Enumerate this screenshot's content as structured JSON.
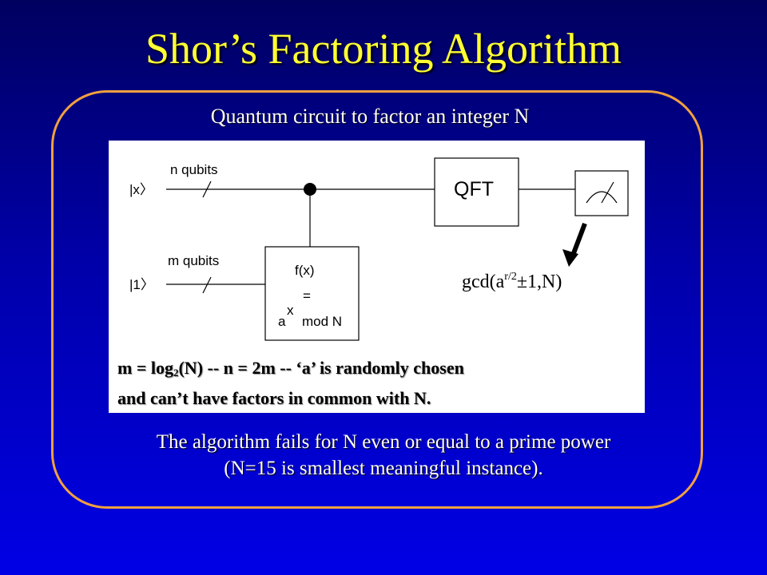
{
  "title": "Shor’s Factoring Algorithm",
  "caption": "Quantum circuit to factor an integer N",
  "circuit": {
    "input_x": "|x〉",
    "input_1": "|1〉",
    "n_qubits": "n qubits",
    "m_qubits": "m qubits",
    "qft": "QFT",
    "fx": "f(x)",
    "equals": "=",
    "a": "a",
    "x_exp": "x",
    "mod_n": "mod N",
    "gcd_prefix": "gcd(a",
    "gcd_exp": "r/2",
    "gcd_suffix": "±1,N)"
  },
  "note": {
    "line1_a": "m = log",
    "line1_sub": "2",
    "line1_b": "(N)  --  n = 2m  -- ‘a’ is randomly chosen",
    "line2": "and can’t have factors in common with N."
  },
  "footer": {
    "line1": "The algorithm fails for N even or equal to a prime power",
    "line2": "(N=15 is smallest meaningful instance)."
  }
}
